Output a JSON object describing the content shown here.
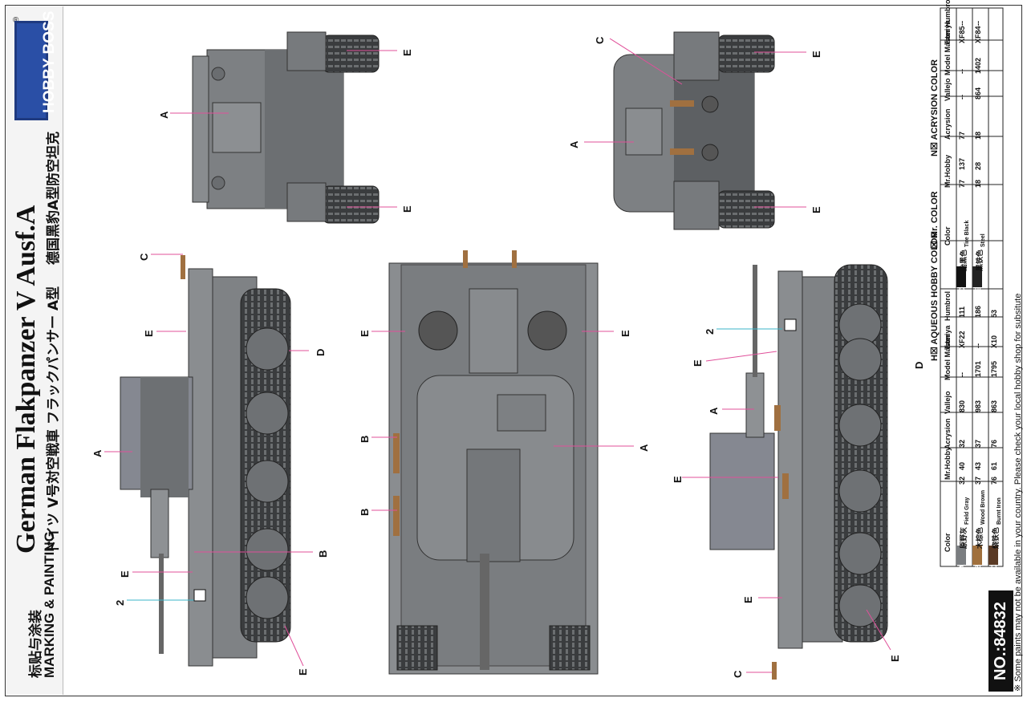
{
  "brand": {
    "name": "HOBBY BOSS",
    "registered_mark": "®"
  },
  "title": {
    "main": "German Flakpanzer V Ausf.A",
    "jp": "ドイツ V号対空戦車 フラックパンサー A型",
    "cn": "德国黑豹A型防空坦克",
    "section_cn": "标贴与涂装",
    "section_en": "MARKING & PAINTING"
  },
  "model_number": "NO.:84832",
  "callouts": {
    "A": "A",
    "B": "B",
    "C": "C",
    "D": "D",
    "E": "E",
    "two": "2"
  },
  "legend": {
    "h": "H☒ AQUEOUS HOBBY COLOR",
    "mr": "☒ Mr. COLOR",
    "n": "N☒ ACRYSION COLOR"
  },
  "color_table": {
    "headers": [
      "Color",
      "Mr.Hobby",
      "Acrysion",
      "Vallejo",
      "Model Master",
      "Tamiya",
      "Humbrol"
    ],
    "rows": [
      {
        "key": "A",
        "name_cn": "原野灰",
        "name_en": "Field Gray",
        "h": "32",
        "mr": "40",
        "n": "32",
        "vallejo": "830",
        "mm": "--",
        "tamiya": "XF22",
        "humbrol": "111",
        "swatch": "#7a7d80"
      },
      {
        "key": "B",
        "name_cn": "木棕色",
        "name_en": "Wood Brown",
        "h": "37",
        "mr": "43",
        "n": "37",
        "vallejo": "983",
        "mm": "1701",
        "tamiya": "--",
        "humbrol": "186",
        "swatch": "#a0703d"
      },
      {
        "key": "C",
        "name_cn": "烧铁色",
        "name_en": "Burnt Iron",
        "h": "76",
        "mr": "61",
        "n": "76",
        "vallejo": "863",
        "mm": "1795",
        "tamiya": "X10",
        "humbrol": "53",
        "swatch": "#5a3a25"
      },
      {
        "key": "D",
        "name_cn": "胎黑色",
        "name_en": "Tire Black",
        "h": "77",
        "mr": "137",
        "n": "77",
        "vallejo": "--",
        "mm": "--",
        "tamiya": "XF85",
        "humbrol": "--",
        "swatch": "#111111"
      },
      {
        "key": "E",
        "name_cn": "黑铁色",
        "name_en": "Steel",
        "h": "18",
        "mr": "28",
        "n": "18",
        "vallejo": "864",
        "mm": "1402",
        "tamiya": "XF84",
        "humbrol": "--",
        "swatch": "#222222"
      }
    ]
  },
  "footnote": "※ Some paints may not be available in your country. Please check your local hobby shop for subsitute"
}
